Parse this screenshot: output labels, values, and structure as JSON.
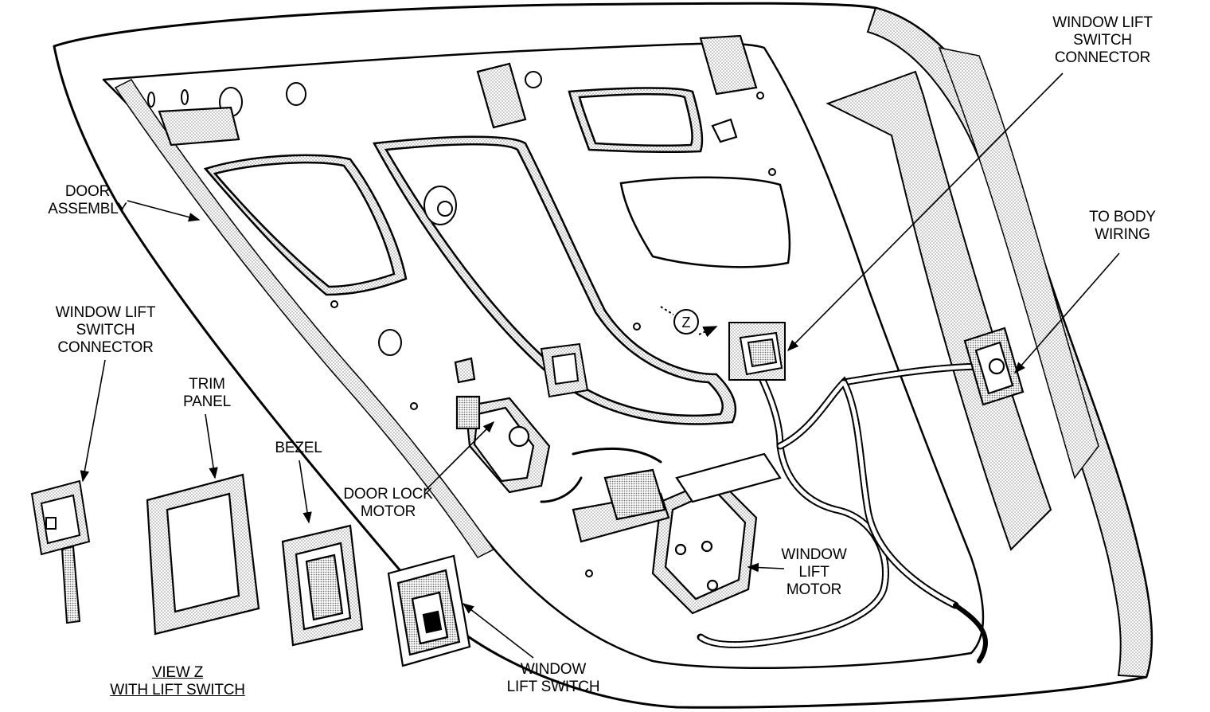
{
  "diagram": {
    "palette": {
      "ink": "#000000",
      "paper": "#ffffff",
      "hatch": "#9a9a9a"
    },
    "labels": {
      "window_lift_switch_connector_top": [
        "WINDOW LIFT",
        "SWITCH",
        "CONNECTOR"
      ],
      "door_assembly": [
        "DOOR",
        "ASSEMBLY"
      ],
      "to_body_wiring": [
        "TO BODY",
        "WIRING"
      ],
      "window_lift_switch_connector_left": [
        "WINDOW LIFT",
        "SWITCH",
        "CONNECTOR"
      ],
      "trim_panel": [
        "TRIM",
        "PANEL"
      ],
      "bezel": [
        "BEZEL"
      ],
      "door_lock_motor": [
        "DOOR LOCK",
        "MOTOR"
      ],
      "window_lift_motor": [
        "WINDOW",
        "LIFT",
        "MOTOR"
      ],
      "window_lift_switch": [
        "WINDOW",
        "LIFT SWITCH"
      ],
      "view_z": [
        "VIEW Z",
        "WITH LIFT SWITCH"
      ],
      "view_marker": "Z"
    }
  }
}
